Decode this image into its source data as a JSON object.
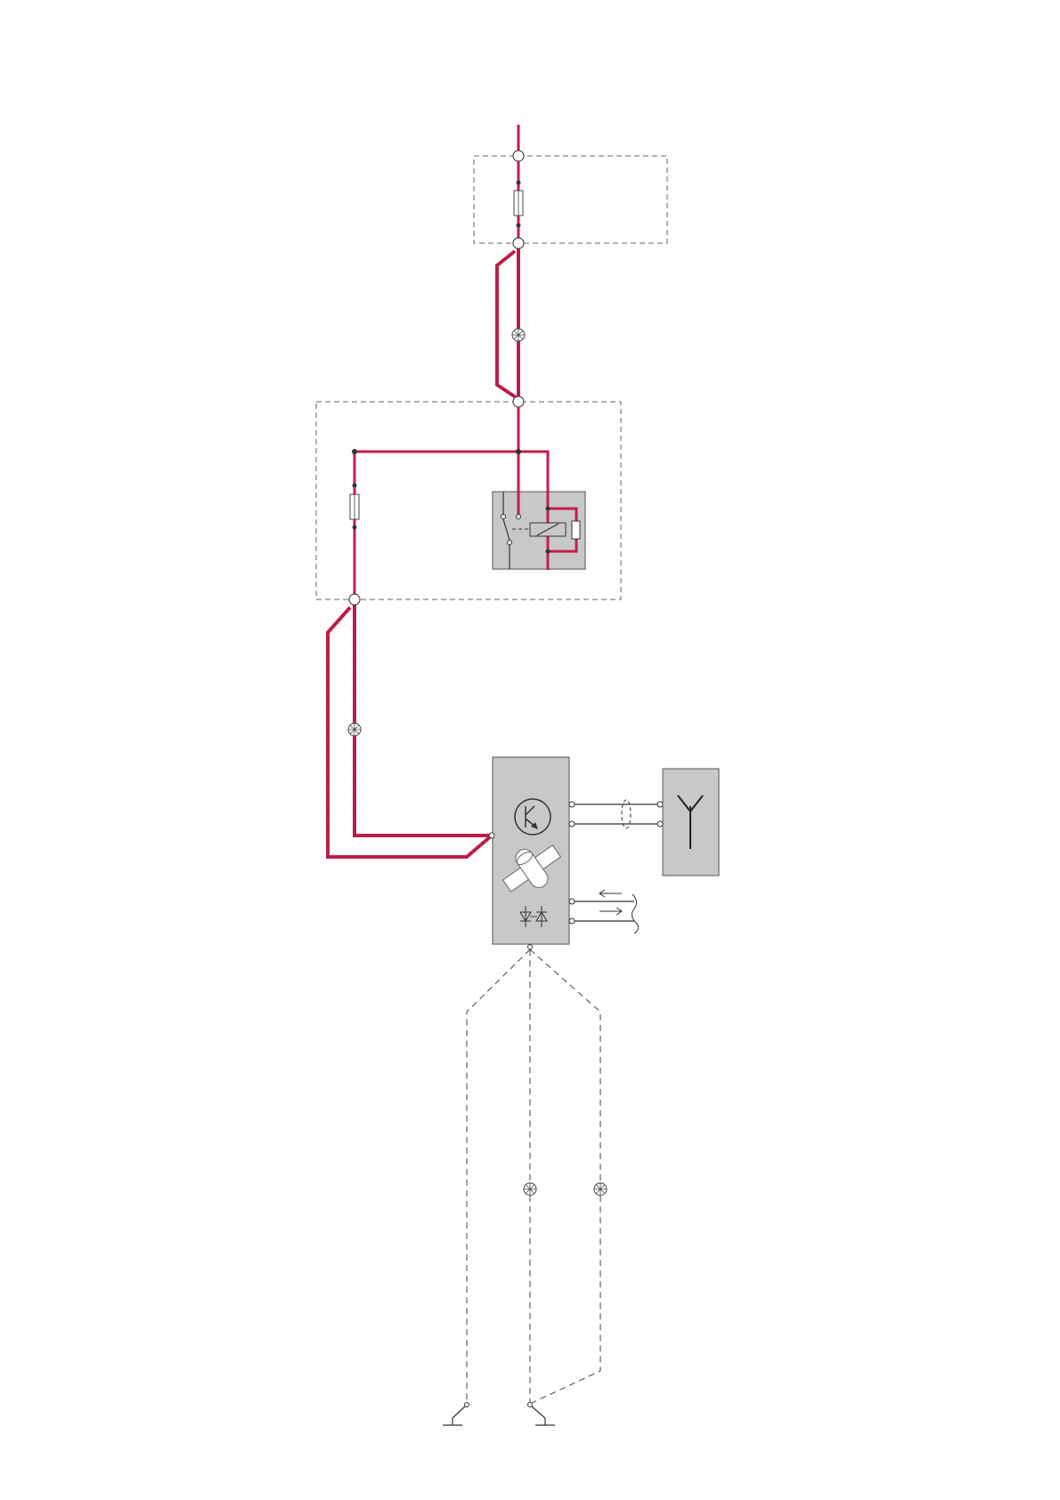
{
  "diagram": {
    "type": "wiring-schematic",
    "colors": {
      "power_wire": "#c41e4a",
      "component_fill": "#c8c8c8",
      "background": "#ffffff"
    },
    "components": [
      {
        "id": "fuse-box-upper",
        "kind": "dashed-enclosure",
        "icon": "fuse-icon"
      },
      {
        "id": "relay-box",
        "kind": "dashed-enclosure",
        "icon": "relay-icon"
      },
      {
        "id": "control-module",
        "kind": "grey-module",
        "icons": [
          "transistor-icon",
          "satellite-icon",
          "diode-pair-icon"
        ]
      },
      {
        "id": "antenna-unit",
        "kind": "grey-module",
        "icon": "antenna-icon"
      }
    ],
    "symbols": [
      "splice-icon",
      "ground-icon",
      "arrow-left-icon",
      "arrow-right-icon"
    ]
  }
}
